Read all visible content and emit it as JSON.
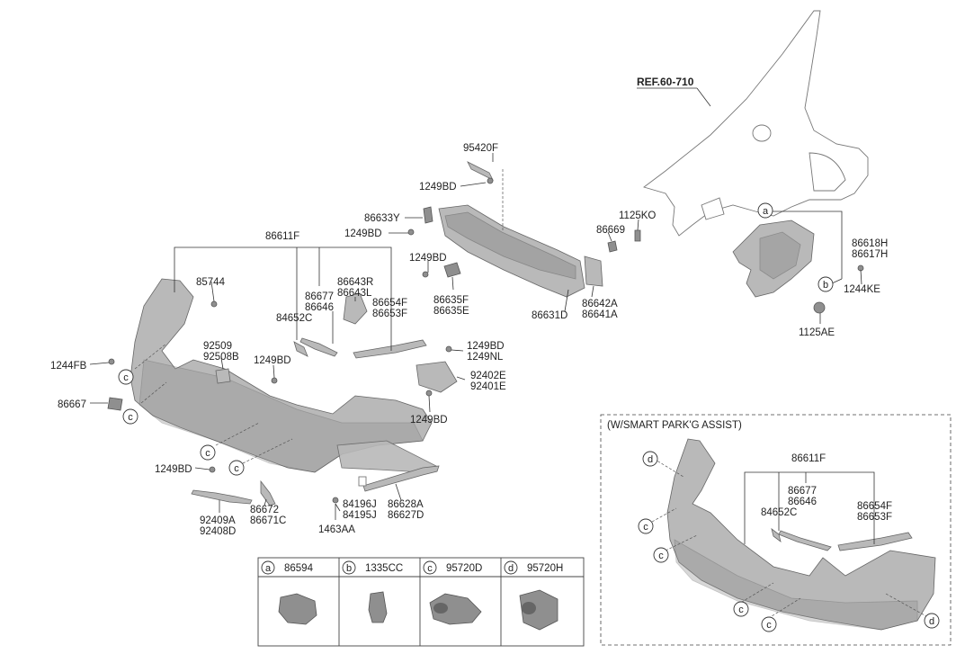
{
  "diagram": {
    "ref_label": "REF.60-710",
    "inset_title": "(W/SMART PARK'G ASSIST)",
    "callouts": {
      "p95420F": "95420F",
      "p1249BD_a": "1249BD",
      "p86633Y": "86633Y",
      "p1249BD_b": "1249BD",
      "p1249BD_c": "1249BD",
      "p86611F": "86611F",
      "p85744": "85744",
      "p86677": "86677",
      "p86646": "86646",
      "p84652C": "84652C",
      "p86643R": "86643R",
      "p86643L": "86643L",
      "p86654F": "86654F",
      "p86653F": "86653F",
      "p86635F": "86635F",
      "p86635E": "86635E",
      "p86631D": "86631D",
      "p86642A": "86642A",
      "p86641A": "86641A",
      "p86669": "86669",
      "p1125KO": "1125KO",
      "p86618H": "86618H",
      "p86617H": "86617H",
      "p1244KE": "1244KE",
      "p1125AE": "1125AE",
      "p92509": "92509",
      "p92508B": "92508B",
      "p1244FB": "1244FB",
      "p1249BD_d": "1249BD",
      "p1249BD_e": "1249BD",
      "p1249NL": "1249NL",
      "p92402E": "92402E",
      "p92401E": "92401E",
      "p86667": "86667",
      "p1249BD_f": "1249BD",
      "p1249BD_g": "1249BD",
      "p86672": "86672",
      "p86671C": "86671C",
      "p92409A": "92409A",
      "p92408D": "92408D",
      "p84196J": "84196J",
      "p84195J": "84195J",
      "p1463AA": "1463AA",
      "p86628A": "86628A",
      "p86627D": "86627D",
      "i86611F": "86611F",
      "i86677": "86677",
      "i86646": "86646",
      "i84652C": "84652C",
      "i86654F": "86654F",
      "i86653F": "86653F"
    },
    "markers": {
      "a": "a",
      "b": "b",
      "c": "c",
      "d": "d"
    }
  },
  "legend": [
    {
      "letter": "a",
      "part": "86594"
    },
    {
      "letter": "b",
      "part": "1335CC"
    },
    {
      "letter": "c",
      "part": "95720D"
    },
    {
      "letter": "d",
      "part": "95720H"
    }
  ]
}
